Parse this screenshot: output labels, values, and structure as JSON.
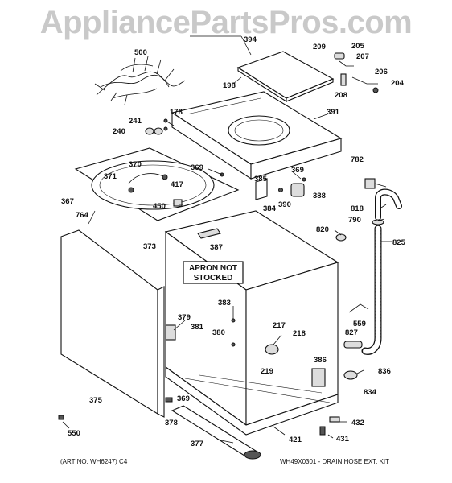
{
  "watermark": "AppliancePartsPros.com",
  "apron_note": [
    "APRON NOT",
    "STOCKED"
  ],
  "art_number": "(ART NO. WH6247) C4",
  "kit_note": "WH49X0301 - DRAIN HOSE EXT. KIT",
  "part_numbers": [
    "500",
    "394",
    "209",
    "205",
    "207",
    "206",
    "204",
    "198",
    "208",
    "178",
    "391",
    "241",
    "240",
    "369",
    "370",
    "371",
    "417",
    "385",
    "369",
    "388",
    "782",
    "367",
    "764",
    "450",
    "384",
    "390",
    "818",
    "790",
    "820",
    "825",
    "373",
    "387",
    "383",
    "379",
    "381",
    "380",
    "217",
    "218",
    "559",
    "827",
    "219",
    "386",
    "836",
    "834",
    "375",
    "369",
    "378",
    "432",
    "550",
    "377",
    "421",
    "431"
  ]
}
